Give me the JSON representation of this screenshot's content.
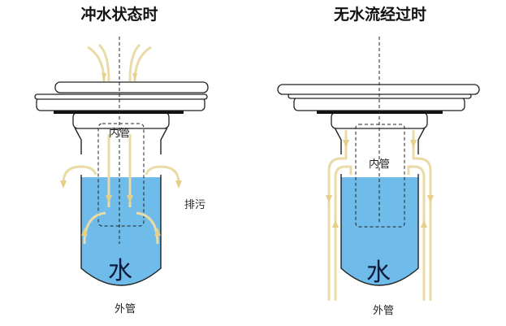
{
  "left_diagram": {
    "title": "冲水状态时",
    "inner_pipe_label": "内管",
    "drain_label": "排污",
    "water_label": "水",
    "outer_pipe_label": "外管"
  },
  "right_diagram": {
    "title": "无水流经过时",
    "inner_pipe_label": "内管",
    "water_label": "水",
    "outer_pipe_label": "外管"
  },
  "colors": {
    "water": "#6fbbea",
    "flow_arrow": "#eadba6",
    "outline": "#222222"
  }
}
